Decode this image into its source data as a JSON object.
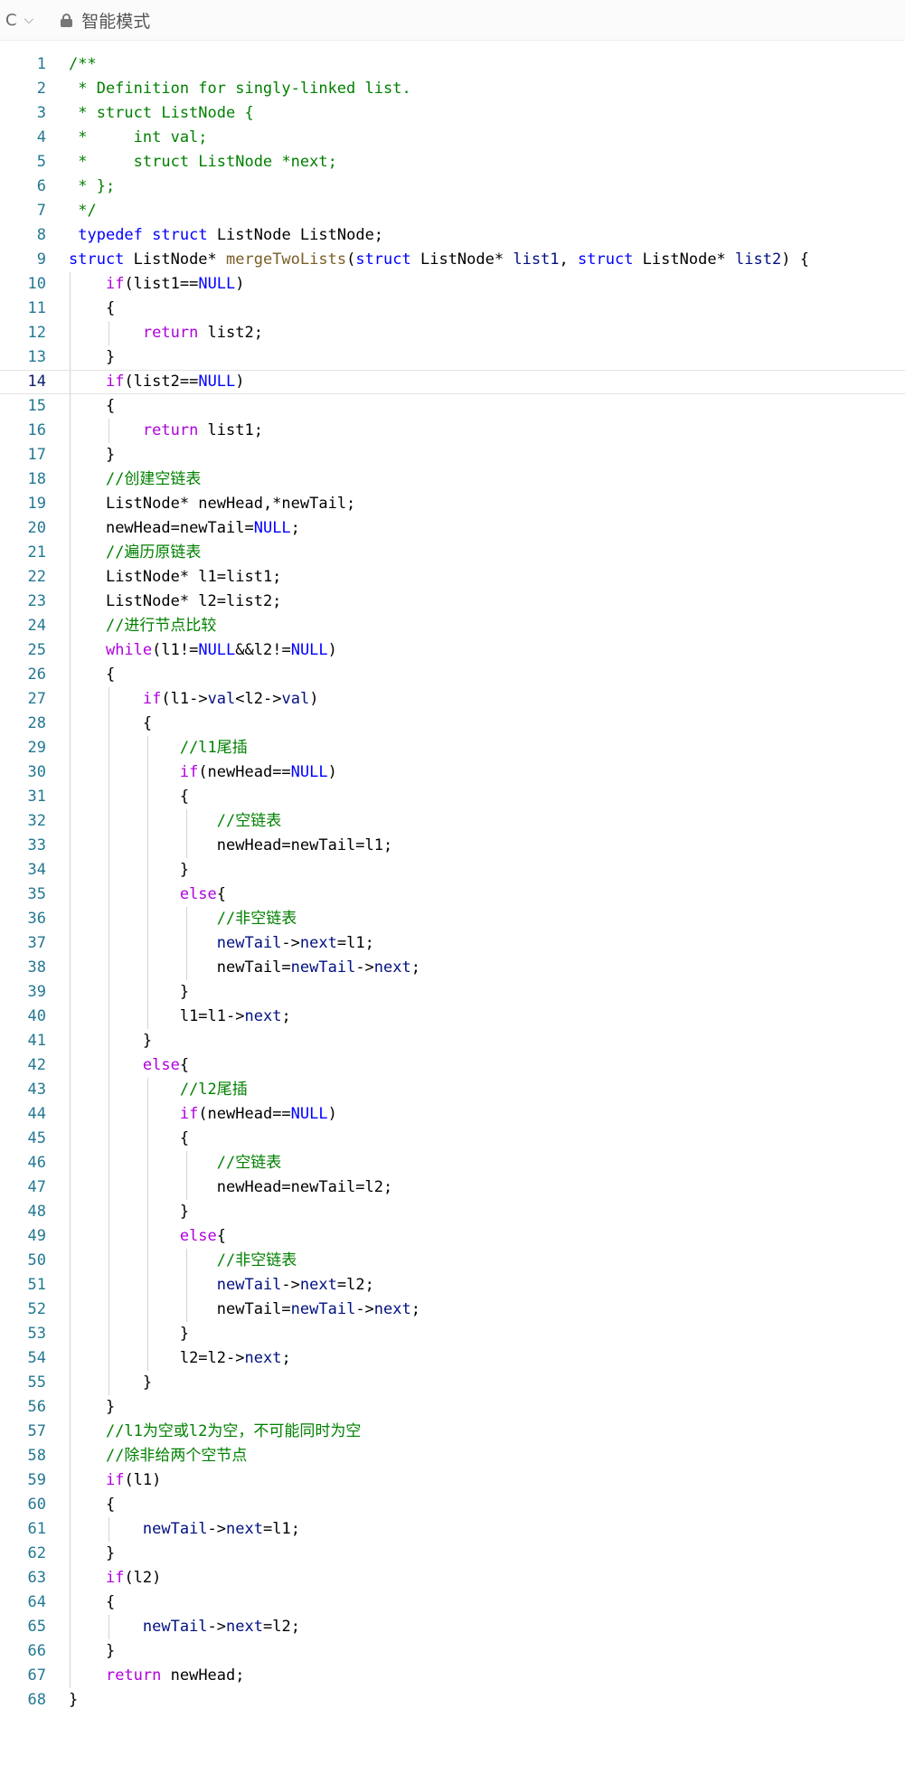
{
  "toolbar": {
    "language_label": "C",
    "language_chevron": "chevron-down-icon",
    "lock_icon": "lock-icon",
    "mode_label": "智能模式"
  },
  "colors": {
    "comment": "#008000",
    "keyword": "#0000ff",
    "control": "#af00db",
    "function": "#795e26",
    "variable": "#001080",
    "line_number": "#237893"
  },
  "editor": {
    "current_line": 14,
    "lines": [
      {
        "n": "1",
        "indent": 0,
        "t": [
          [
            "com",
            "/**"
          ]
        ]
      },
      {
        "n": "2",
        "indent": 0,
        "t": [
          [
            "com",
            " * Definition for singly-linked list."
          ]
        ]
      },
      {
        "n": "3",
        "indent": 0,
        "t": [
          [
            "com",
            " * struct ListNode {"
          ]
        ]
      },
      {
        "n": "4",
        "indent": 0,
        "t": [
          [
            "com",
            " *     int val;"
          ]
        ]
      },
      {
        "n": "5",
        "indent": 0,
        "t": [
          [
            "com",
            " *     struct ListNode *next;"
          ]
        ]
      },
      {
        "n": "6",
        "indent": 0,
        "t": [
          [
            "com",
            " * };"
          ]
        ]
      },
      {
        "n": "7",
        "indent": 0,
        "t": [
          [
            "com",
            " */"
          ]
        ]
      },
      {
        "n": "8",
        "indent": 0,
        "t": [
          [
            "p",
            " "
          ],
          [
            "kw",
            "typedef"
          ],
          [
            "p",
            " "
          ],
          [
            "kw",
            "struct"
          ],
          [
            "p",
            " ListNode ListNode;"
          ]
        ]
      },
      {
        "n": "9",
        "indent": 0,
        "t": [
          [
            "kw",
            "struct"
          ],
          [
            "p",
            " ListNode* "
          ],
          [
            "fn",
            "mergeTwoLists"
          ],
          [
            "p",
            "("
          ],
          [
            "kw",
            "struct"
          ],
          [
            "p",
            " ListNode* "
          ],
          [
            "var",
            "list1"
          ],
          [
            "p",
            ", "
          ],
          [
            "kw",
            "struct"
          ],
          [
            "p",
            " ListNode* "
          ],
          [
            "var",
            "list2"
          ],
          [
            "p",
            ") {"
          ]
        ]
      },
      {
        "n": "10",
        "indent": 1,
        "t": [
          [
            "ctl",
            "if"
          ],
          [
            "p",
            "(list1=="
          ],
          [
            "kw",
            "NULL"
          ],
          [
            "p",
            ")"
          ]
        ]
      },
      {
        "n": "11",
        "indent": 1,
        "t": [
          [
            "p",
            "{"
          ]
        ]
      },
      {
        "n": "12",
        "indent": 2,
        "t": [
          [
            "ctl",
            "return"
          ],
          [
            "p",
            " list2;"
          ]
        ]
      },
      {
        "n": "13",
        "indent": 1,
        "t": [
          [
            "p",
            "}"
          ]
        ]
      },
      {
        "n": "14",
        "indent": 1,
        "t": [
          [
            "ctl",
            "if"
          ],
          [
            "p",
            "(list2=="
          ],
          [
            "kw",
            "NULL"
          ],
          [
            "p",
            ")"
          ]
        ]
      },
      {
        "n": "15",
        "indent": 1,
        "t": [
          [
            "p",
            "{"
          ]
        ]
      },
      {
        "n": "16",
        "indent": 2,
        "t": [
          [
            "ctl",
            "return"
          ],
          [
            "p",
            " list1;"
          ]
        ]
      },
      {
        "n": "17",
        "indent": 1,
        "t": [
          [
            "p",
            "}"
          ]
        ]
      },
      {
        "n": "18",
        "indent": 1,
        "t": [
          [
            "com",
            "//创建空链表"
          ]
        ]
      },
      {
        "n": "19",
        "indent": 1,
        "t": [
          [
            "p",
            "ListNode* newHead,*newTail;"
          ]
        ]
      },
      {
        "n": "20",
        "indent": 1,
        "t": [
          [
            "p",
            "newHead=newTail="
          ],
          [
            "kw",
            "NULL"
          ],
          [
            "p",
            ";"
          ]
        ]
      },
      {
        "n": "21",
        "indent": 1,
        "t": [
          [
            "com",
            "//遍历原链表"
          ]
        ]
      },
      {
        "n": "22",
        "indent": 1,
        "t": [
          [
            "p",
            "ListNode* l1=list1;"
          ]
        ]
      },
      {
        "n": "23",
        "indent": 1,
        "t": [
          [
            "p",
            "ListNode* l2=list2;"
          ]
        ]
      },
      {
        "n": "24",
        "indent": 1,
        "t": [
          [
            "com",
            "//进行节点比较"
          ]
        ]
      },
      {
        "n": "25",
        "indent": 1,
        "t": [
          [
            "ctl",
            "while"
          ],
          [
            "p",
            "(l1!="
          ],
          [
            "kw",
            "NULL"
          ],
          [
            "p",
            "&&l2!="
          ],
          [
            "kw",
            "NULL"
          ],
          [
            "p",
            ")"
          ]
        ]
      },
      {
        "n": "26",
        "indent": 1,
        "t": [
          [
            "p",
            "{"
          ]
        ]
      },
      {
        "n": "27",
        "indent": 2,
        "t": [
          [
            "ctl",
            "if"
          ],
          [
            "p",
            "(l1->"
          ],
          [
            "var",
            "val"
          ],
          [
            "p",
            "<l2->"
          ],
          [
            "var",
            "val"
          ],
          [
            "p",
            ")"
          ]
        ]
      },
      {
        "n": "28",
        "indent": 2,
        "t": [
          [
            "p",
            "{"
          ]
        ]
      },
      {
        "n": "29",
        "indent": 3,
        "t": [
          [
            "com",
            "//l1尾插"
          ]
        ]
      },
      {
        "n": "30",
        "indent": 3,
        "t": [
          [
            "ctl",
            "if"
          ],
          [
            "p",
            "(newHead=="
          ],
          [
            "kw",
            "NULL"
          ],
          [
            "p",
            ")"
          ]
        ]
      },
      {
        "n": "31",
        "indent": 3,
        "t": [
          [
            "p",
            "{"
          ]
        ]
      },
      {
        "n": "32",
        "indent": 4,
        "t": [
          [
            "com",
            "//空链表"
          ]
        ]
      },
      {
        "n": "33",
        "indent": 4,
        "t": [
          [
            "p",
            "newHead=newTail=l1;"
          ]
        ]
      },
      {
        "n": "34",
        "indent": 3,
        "t": [
          [
            "p",
            "}"
          ]
        ]
      },
      {
        "n": "35",
        "indent": 3,
        "t": [
          [
            "ctl",
            "else"
          ],
          [
            "p",
            "{"
          ]
        ]
      },
      {
        "n": "36",
        "indent": 4,
        "t": [
          [
            "com",
            "//非空链表"
          ]
        ]
      },
      {
        "n": "37",
        "indent": 4,
        "t": [
          [
            "var",
            "newTail"
          ],
          [
            "p",
            "->"
          ],
          [
            "var",
            "next"
          ],
          [
            "p",
            "=l1;"
          ]
        ]
      },
      {
        "n": "38",
        "indent": 4,
        "t": [
          [
            "p",
            "newTail="
          ],
          [
            "var",
            "newTail"
          ],
          [
            "p",
            "->"
          ],
          [
            "var",
            "next"
          ],
          [
            "p",
            ";"
          ]
        ]
      },
      {
        "n": "39",
        "indent": 3,
        "t": [
          [
            "p",
            "}"
          ]
        ]
      },
      {
        "n": "40",
        "indent": 3,
        "t": [
          [
            "p",
            "l1=l1->"
          ],
          [
            "var",
            "next"
          ],
          [
            "p",
            ";"
          ]
        ]
      },
      {
        "n": "41",
        "indent": 2,
        "t": [
          [
            "p",
            "}"
          ]
        ]
      },
      {
        "n": "42",
        "indent": 2,
        "t": [
          [
            "ctl",
            "else"
          ],
          [
            "p",
            "{"
          ]
        ]
      },
      {
        "n": "43",
        "indent": 3,
        "t": [
          [
            "com",
            "//l2尾插"
          ]
        ]
      },
      {
        "n": "44",
        "indent": 3,
        "t": [
          [
            "ctl",
            "if"
          ],
          [
            "p",
            "(newHead=="
          ],
          [
            "kw",
            "NULL"
          ],
          [
            "p",
            ")"
          ]
        ]
      },
      {
        "n": "45",
        "indent": 3,
        "t": [
          [
            "p",
            "{"
          ]
        ]
      },
      {
        "n": "46",
        "indent": 4,
        "t": [
          [
            "com",
            "//空链表"
          ]
        ]
      },
      {
        "n": "47",
        "indent": 4,
        "t": [
          [
            "p",
            "newHead=newTail=l2;"
          ]
        ]
      },
      {
        "n": "48",
        "indent": 3,
        "t": [
          [
            "p",
            "}"
          ]
        ]
      },
      {
        "n": "49",
        "indent": 3,
        "t": [
          [
            "ctl",
            "else"
          ],
          [
            "p",
            "{"
          ]
        ]
      },
      {
        "n": "50",
        "indent": 4,
        "t": [
          [
            "com",
            "//非空链表"
          ]
        ]
      },
      {
        "n": "51",
        "indent": 4,
        "t": [
          [
            "var",
            "newTail"
          ],
          [
            "p",
            "->"
          ],
          [
            "var",
            "next"
          ],
          [
            "p",
            "=l2;"
          ]
        ]
      },
      {
        "n": "52",
        "indent": 4,
        "t": [
          [
            "p",
            "newTail="
          ],
          [
            "var",
            "newTail"
          ],
          [
            "p",
            "->"
          ],
          [
            "var",
            "next"
          ],
          [
            "p",
            ";"
          ]
        ]
      },
      {
        "n": "53",
        "indent": 3,
        "t": [
          [
            "p",
            "}"
          ]
        ]
      },
      {
        "n": "54",
        "indent": 3,
        "t": [
          [
            "p",
            "l2=l2->"
          ],
          [
            "var",
            "next"
          ],
          [
            "p",
            ";"
          ]
        ]
      },
      {
        "n": "55",
        "indent": 2,
        "t": [
          [
            "p",
            "}"
          ]
        ]
      },
      {
        "n": "56",
        "indent": 1,
        "t": [
          [
            "p",
            "}"
          ]
        ]
      },
      {
        "n": "57",
        "indent": 1,
        "t": [
          [
            "com",
            "//l1为空或l2为空，不可能同时为空"
          ]
        ]
      },
      {
        "n": "58",
        "indent": 1,
        "t": [
          [
            "com",
            "//除非给两个空节点"
          ]
        ]
      },
      {
        "n": "59",
        "indent": 1,
        "t": [
          [
            "ctl",
            "if"
          ],
          [
            "p",
            "(l1)"
          ]
        ]
      },
      {
        "n": "60",
        "indent": 1,
        "t": [
          [
            "p",
            "{"
          ]
        ]
      },
      {
        "n": "61",
        "indent": 2,
        "t": [
          [
            "var",
            "newTail"
          ],
          [
            "p",
            "->"
          ],
          [
            "var",
            "next"
          ],
          [
            "p",
            "=l1;"
          ]
        ]
      },
      {
        "n": "62",
        "indent": 1,
        "t": [
          [
            "p",
            "}"
          ]
        ]
      },
      {
        "n": "63",
        "indent": 1,
        "t": [
          [
            "ctl",
            "if"
          ],
          [
            "p",
            "(l2)"
          ]
        ]
      },
      {
        "n": "64",
        "indent": 1,
        "t": [
          [
            "p",
            "{"
          ]
        ]
      },
      {
        "n": "65",
        "indent": 2,
        "t": [
          [
            "var",
            "newTail"
          ],
          [
            "p",
            "->"
          ],
          [
            "var",
            "next"
          ],
          [
            "p",
            "=l2;"
          ]
        ]
      },
      {
        "n": "66",
        "indent": 1,
        "t": [
          [
            "p",
            "}"
          ]
        ]
      },
      {
        "n": "67",
        "indent": 1,
        "t": [
          [
            "ctl",
            "return"
          ],
          [
            "p",
            " newHead;"
          ]
        ]
      },
      {
        "n": "68",
        "indent": 0,
        "t": [
          [
            "p",
            "}"
          ]
        ]
      }
    ]
  }
}
